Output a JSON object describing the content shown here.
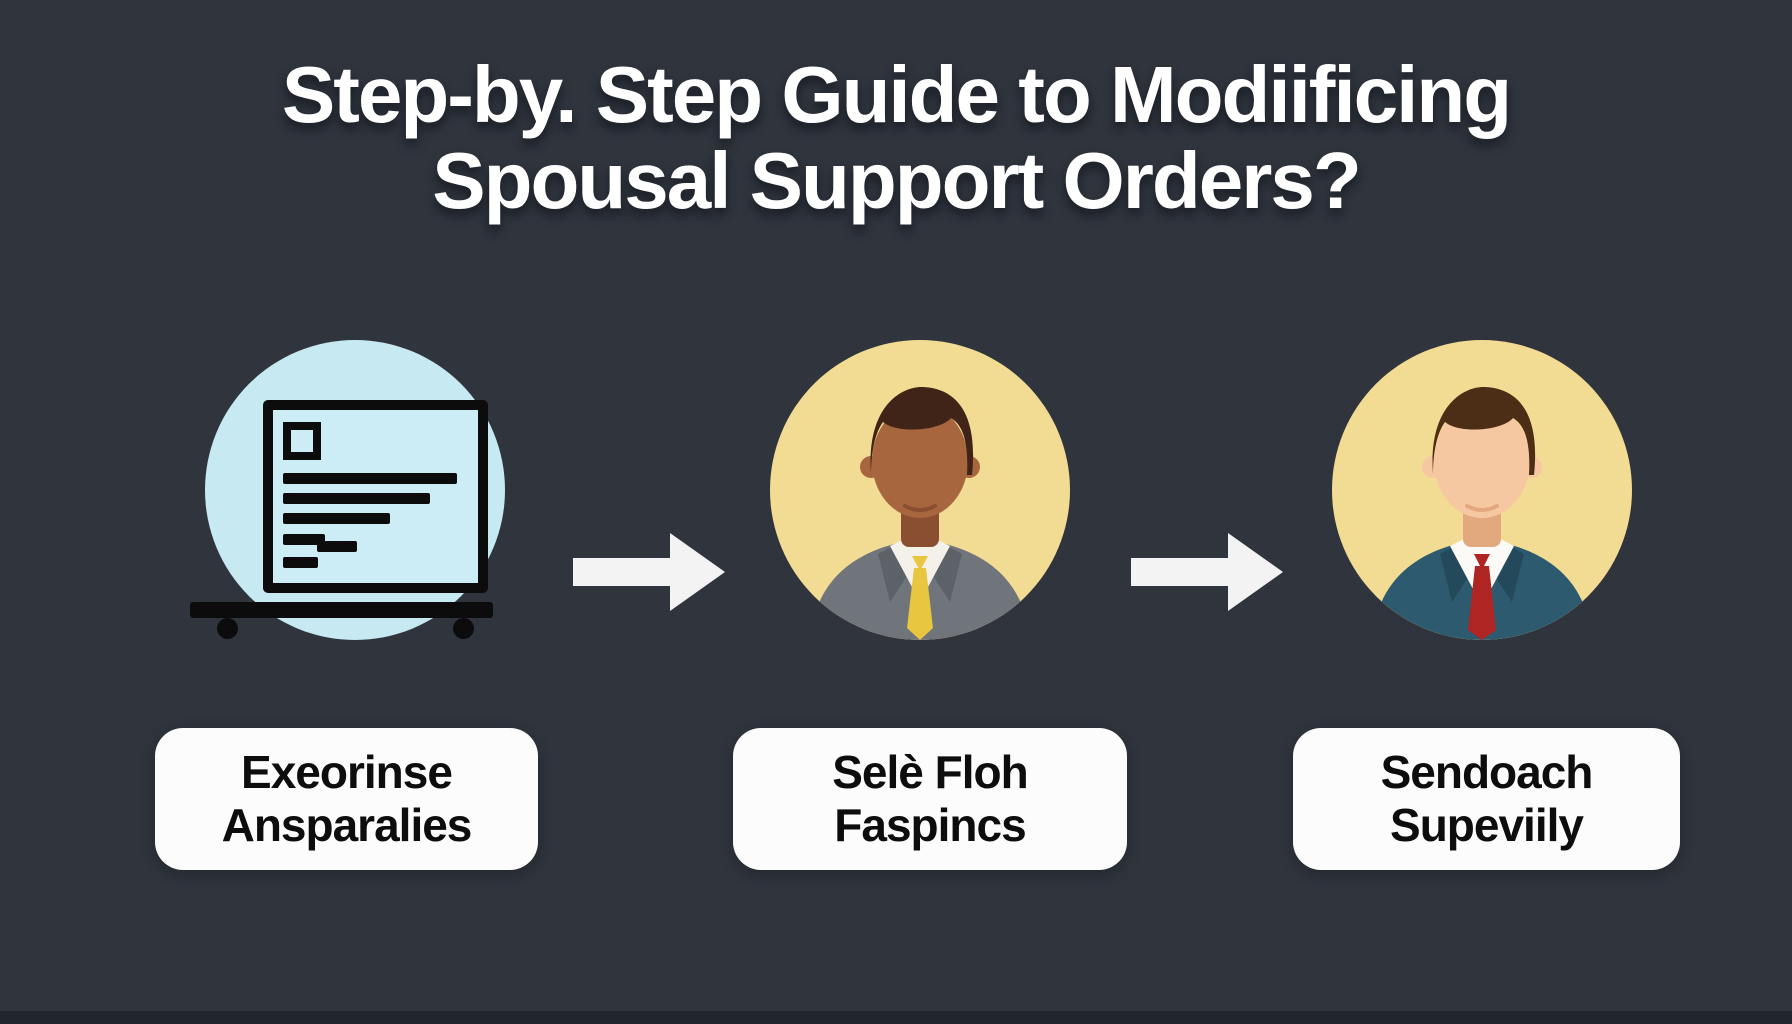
{
  "title": {
    "line1": "Step-by. Step Guide to Modiificing",
    "line2": "Spousal Support Orders?"
  },
  "steps": [
    {
      "icon": "document-cart-icon",
      "label_line1": "Exeorinse",
      "label_line2": "Ansparalies"
    },
    {
      "icon": "businessman-yellow-tie-avatar",
      "label_line1": "Selè Floh",
      "label_line2": "Faspincs"
    },
    {
      "icon": "businessman-red-tie-avatar",
      "label_line1": "Sendoach",
      "label_line2": "Supeviily"
    }
  ],
  "colors": {
    "background": "#2f343d",
    "title_text": "#ffffff",
    "circle_blue": "#c6e9f2",
    "circle_yellow": "#f2db92",
    "doc_fill": "#cdedf6",
    "icon_line": "#0c0c0c",
    "arrow": "#f3f3f3",
    "label_box_bg": "#fcfcfc",
    "label_text": "#0d0d0d",
    "a1_skin": "#a8663f",
    "a1_skin_shade": "#8a4f30",
    "a1_hair": "#3f2417",
    "a1_suit": "#70747b",
    "a1_suit_shade": "#5d6168",
    "a1_shirt": "#f4f1ea",
    "a1_tie": "#e9c63f",
    "a2_skin": "#f6c8a2",
    "a2_skin_shade": "#e2a87e",
    "a2_hair": "#4c2d15",
    "a2_suit": "#2d5a6e",
    "a2_suit_shade": "#24495b",
    "a2_shirt": "#fbfaf7",
    "a2_tie": "#ae2524"
  }
}
